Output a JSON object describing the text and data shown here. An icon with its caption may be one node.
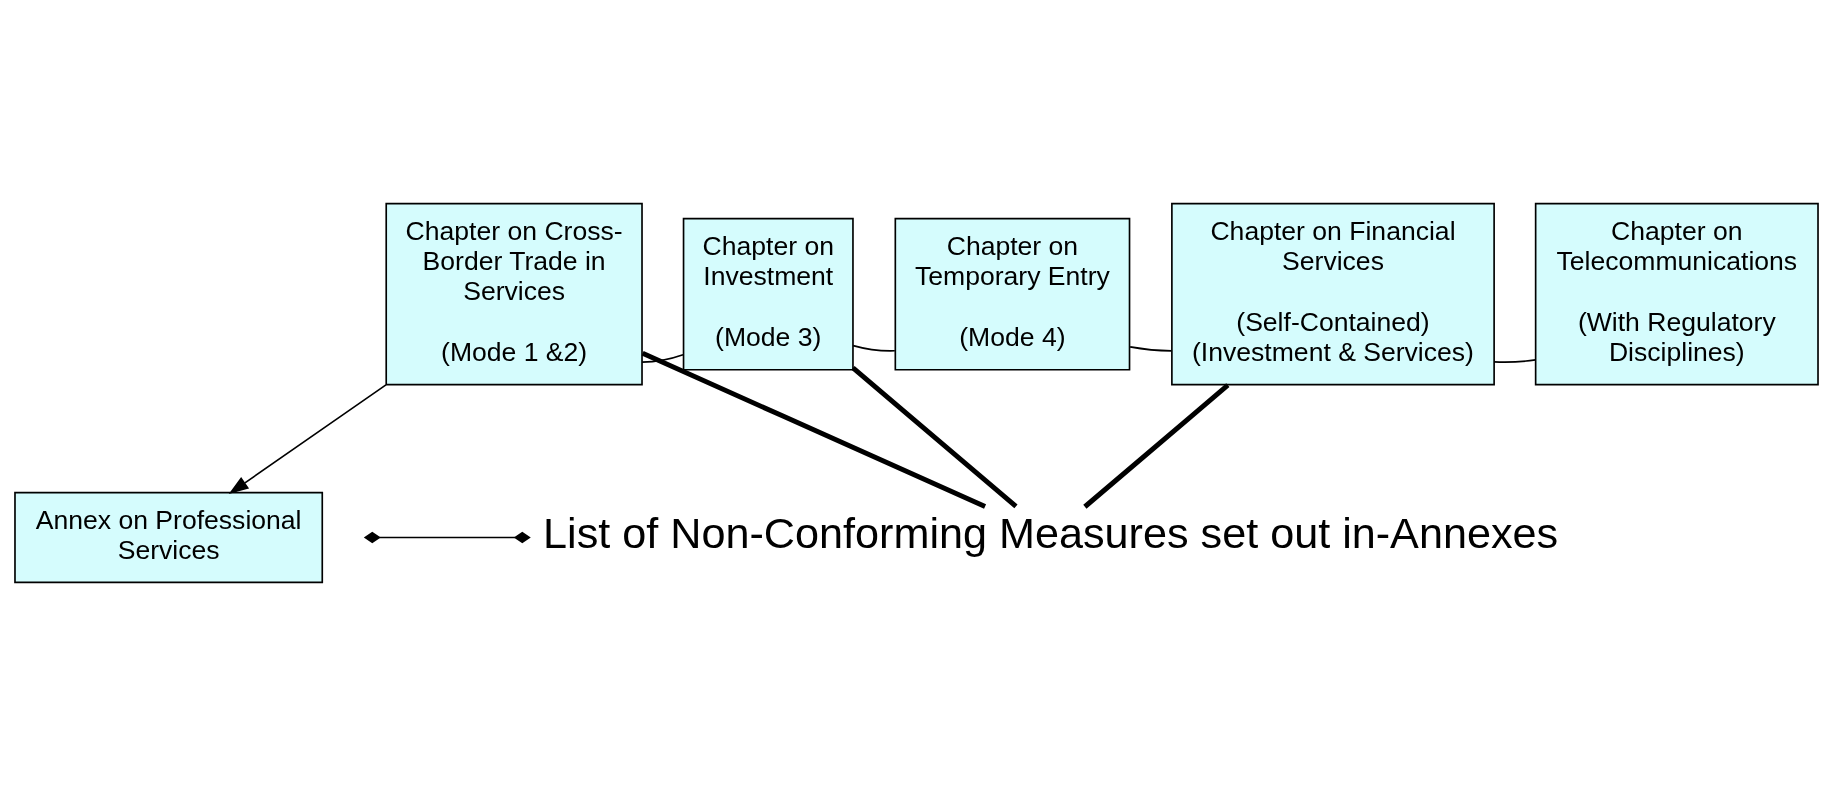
{
  "diagram": {
    "nodes": [
      {
        "text": [
          "Chapter on Cross-Border Trade in Services",
          "(Mode 1 &2)"
        ]
      },
      {
        "text": [
          "Chapter on Investment",
          "(Mode 3)"
        ]
      },
      {
        "text": [
          "Chapter on Temporary Entry",
          "(Mode 4)"
        ]
      },
      {
        "text": [
          "Chapter on Financial Services",
          "(Self-Contained) (Investment & Services)"
        ]
      },
      {
        "text": [
          "Chapter on Telecommunications",
          "(With Regulatory Disciplines)"
        ]
      },
      {
        "text": [
          "Annex on Professional Services"
        ]
      },
      {
        "text": [
          "List of Non-Conforming Measures set out in-Annexes"
        ]
      }
    ],
    "edges": [
      {
        "from": 0,
        "to": 1,
        "arrow": "none"
      },
      {
        "from": 1,
        "to": 2,
        "arrow": "none"
      },
      {
        "from": 2,
        "to": 3,
        "arrow": "none"
      },
      {
        "from": 3,
        "to": 4,
        "arrow": "none"
      },
      {
        "from": 0,
        "to": 5,
        "arrow": "to"
      },
      {
        "from": 0,
        "to": 6,
        "arrow": "none",
        "style": "thick"
      },
      {
        "from": 1,
        "to": 6,
        "arrow": "none",
        "style": "thick"
      },
      {
        "from": 3,
        "to": 6,
        "arrow": "none",
        "style": "thick"
      },
      {
        "from": null,
        "to": 6,
        "arrow": "other"
      }
    ]
  }
}
